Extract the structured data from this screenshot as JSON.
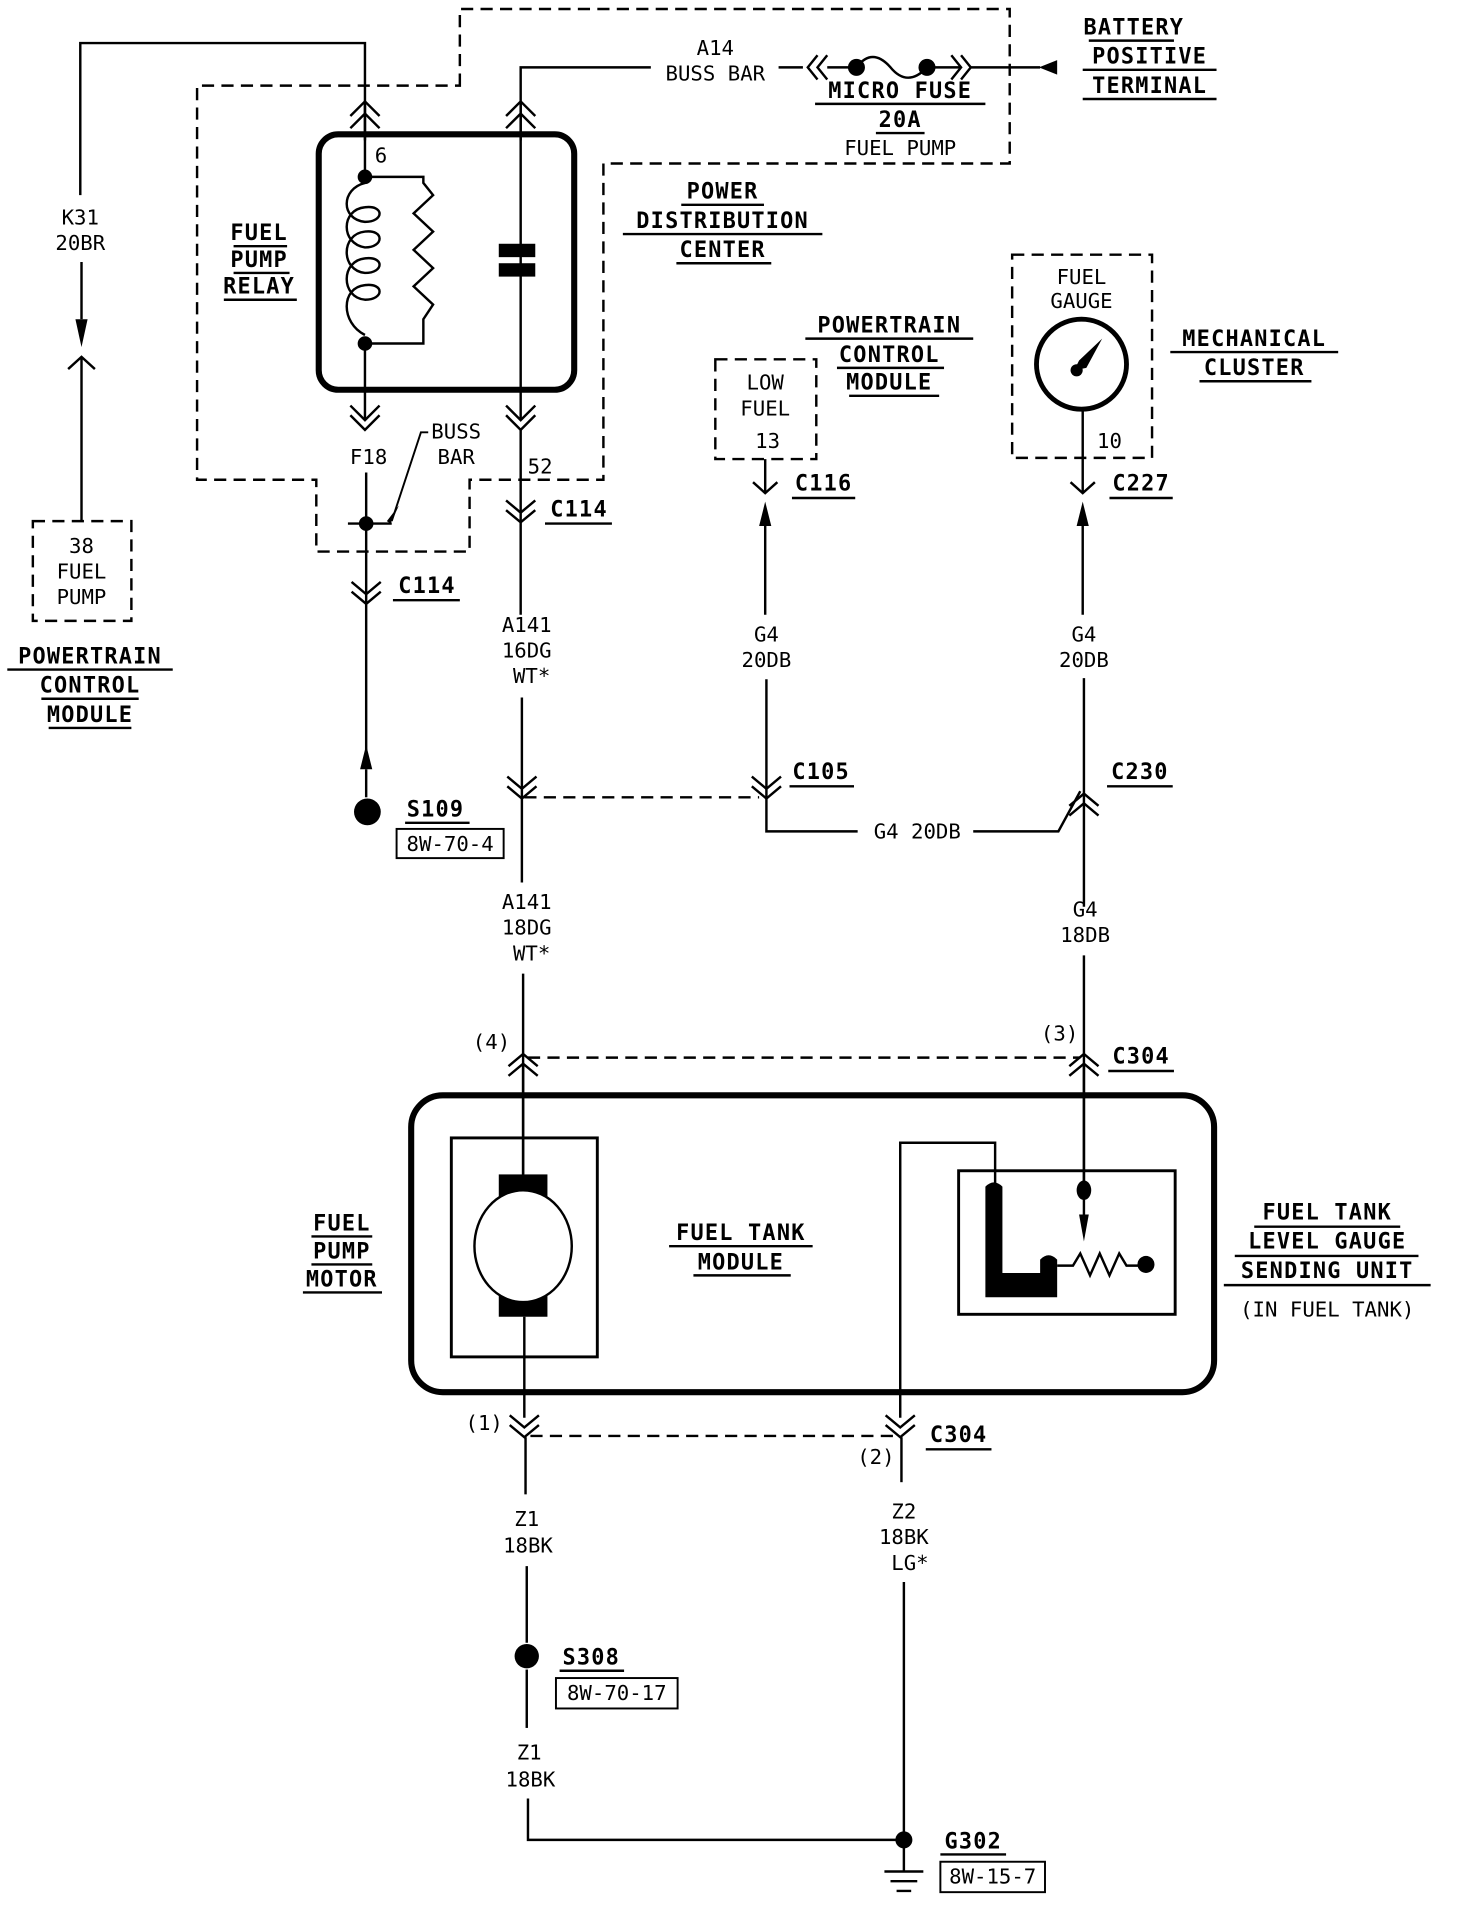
{
  "diagram": {
    "title_components": {
      "battery": [
        "BATTERY",
        "POSITIVE",
        "TERMINAL"
      ],
      "micro_fuse": {
        "name": "MICRO FUSE",
        "rating": "20A",
        "circuit": "FUEL PUMP"
      },
      "buss_bar_top": [
        "A14",
        "BUSS BAR"
      ],
      "pdc": [
        "POWER",
        "DISTRIBUTION",
        "CENTER"
      ],
      "relay": [
        "FUEL",
        "PUMP",
        "RELAY"
      ],
      "relay_pin_top": "6",
      "relay_pin_bottom_left": "F18",
      "relay_pin_bottom_right": "52",
      "buss_bar_mid": [
        "BUSS",
        "BAR"
      ],
      "pcm_left_box": [
        "38",
        "FUEL",
        "PUMP"
      ],
      "pcm_left_label": [
        "POWERTRAIN",
        "CONTROL",
        "MODULE"
      ],
      "k31_wire": [
        "K31",
        "20BR"
      ],
      "pcm_mid_box": [
        "LOW",
        "FUEL",
        "13"
      ],
      "pcm_mid_label": [
        "POWERTRAIN",
        "CONTROL",
        "MODULE"
      ],
      "fuel_gauge_box": [
        "FUEL",
        "GAUGE",
        "10"
      ],
      "cluster_label": [
        "MECHANICAL",
        "CLUSTER"
      ],
      "sending_unit_label": [
        "FUEL TANK",
        "LEVEL GAUGE",
        "SENDING UNIT"
      ],
      "sending_unit_note": "(IN FUEL TANK)",
      "tank_module_label": [
        "FUEL TANK",
        "MODULE"
      ],
      "pump_motor_label": [
        "FUEL",
        "PUMP",
        "MOTOR"
      ]
    },
    "connectors": {
      "c114_left": "C114",
      "c114_right": "C114",
      "c116": "C116",
      "c227": "C227",
      "c105": "C105",
      "c230": "C230",
      "c304_top": "C304",
      "c304_bottom": "C304",
      "pin_4": "(4)",
      "pin_3": "(3)",
      "pin_1": "(1)",
      "pin_2": "(2)"
    },
    "wires": {
      "a141_upper": [
        "A141",
        "16DG",
        "WT*"
      ],
      "a141_lower": [
        "A141",
        "18DG",
        "WT*"
      ],
      "g4_left": [
        "G4",
        "20DB"
      ],
      "g4_right": [
        "G4",
        "20DB"
      ],
      "g4_horizontal": "G4 20DB",
      "g4_lower": [
        "G4",
        "18DB"
      ],
      "z1_upper": [
        "Z1",
        "18BK"
      ],
      "z1_lower": [
        "Z1",
        "18BK"
      ],
      "z2": [
        "Z2",
        "18BK",
        "LG*"
      ]
    },
    "splices": {
      "s109": {
        "id": "S109",
        "ref": "8W-70-4"
      },
      "s308": {
        "id": "S308",
        "ref": "8W-70-17"
      },
      "g302": {
        "id": "G302",
        "ref": "8W-15-7"
      }
    }
  }
}
